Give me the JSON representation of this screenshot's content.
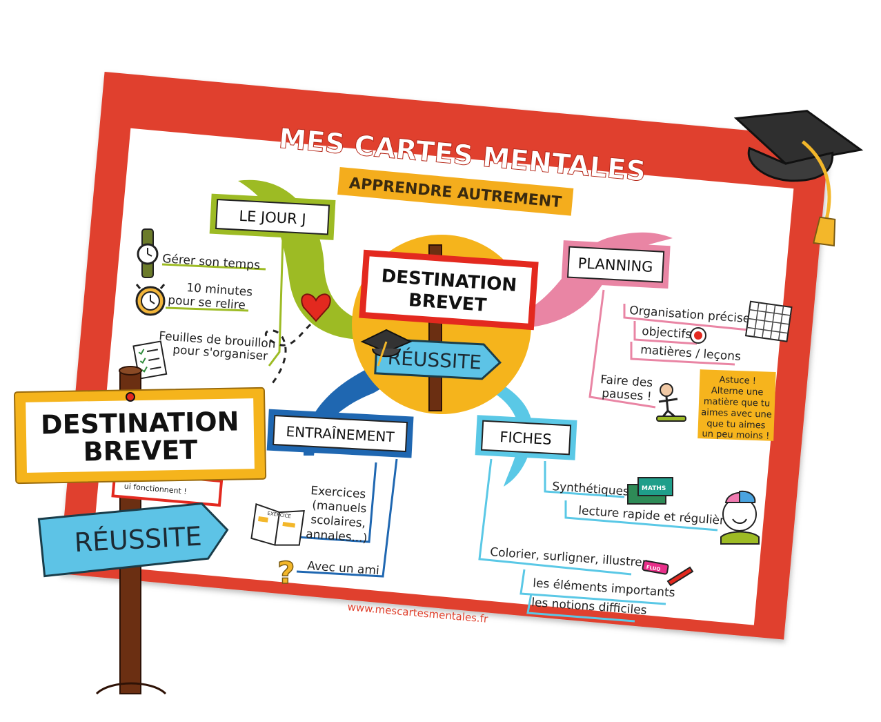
{
  "header": {
    "title": "MES CARTES MENTALES",
    "subtitle": "APPRENDRE AUTREMENT"
  },
  "center": {
    "sign": "DESTINATION BREVET",
    "sign_line1": "DESTINATION",
    "sign_line2": "BREVET",
    "arrow": "RÉUSSITE"
  },
  "branches": {
    "jour_j": {
      "label": "LE JOUR J",
      "items": [
        "Gérer son temps",
        "10 minutes",
        "pour se relire",
        "Feuilles de brouillon",
        "pour s'organiser"
      ]
    },
    "planning": {
      "label": "PLANNING",
      "items": [
        "Organisation précise",
        "objectifs",
        "matières / leçons",
        "Faire des",
        "pauses !"
      ],
      "tip": [
        "Astuce !",
        "Alterne une",
        "matière que tu",
        "aimes avec une",
        "que tu aimes",
        "un peu moins !"
      ]
    },
    "entrainement": {
      "label": "ENTRAÎNEMENT",
      "items": [
        "Exercices",
        "(manuels",
        "scolaires,",
        "annales...)",
        "Avec un ami"
      ]
    },
    "fiches": {
      "label": "FICHES",
      "items": [
        "Synthétiques",
        "lecture rapide et régulière",
        "Colorier, surligner, illustrer",
        "les éléments importants",
        "les notions difficiles"
      ]
    }
  },
  "hidden_note": "ui fonctionnent !",
  "illustrations": {
    "book_label": "MATHS",
    "marker_label": "FLUO",
    "exercise_label": "EXERCICE"
  },
  "footer": {
    "url": "www.mescartesmentales.fr"
  },
  "colors": {
    "frame": "#e0412d",
    "green": "#9dbb24",
    "pink": "#e985a4",
    "blue_dark": "#1f67b1",
    "blue_light": "#5ac8e6",
    "yellow": "#f5b41c",
    "sign_red": "#e3291f",
    "arrow_blue": "#5dc3e6",
    "post_brown": "#6b2f12"
  }
}
